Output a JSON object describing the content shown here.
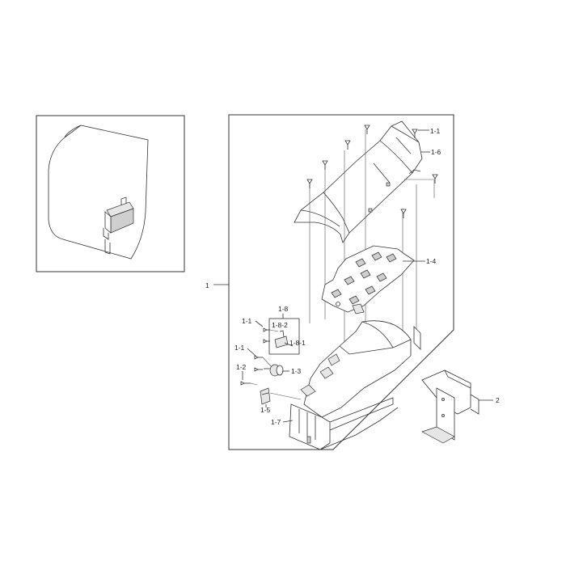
{
  "labels": {
    "l1": "1",
    "l1_1a": "1-1",
    "l1_6": "1-6",
    "l1_4": "1-4",
    "l1_8": "1-8",
    "l1_8_2": "1-8-2",
    "l1_8_1": "1-8-1",
    "l1_1b": "1-1",
    "l1_1c": "1-1",
    "l1_3": "1-3",
    "l1_2": "1-2",
    "l1_5": "1-5",
    "l1_7": "1-7",
    "l2": "2"
  }
}
